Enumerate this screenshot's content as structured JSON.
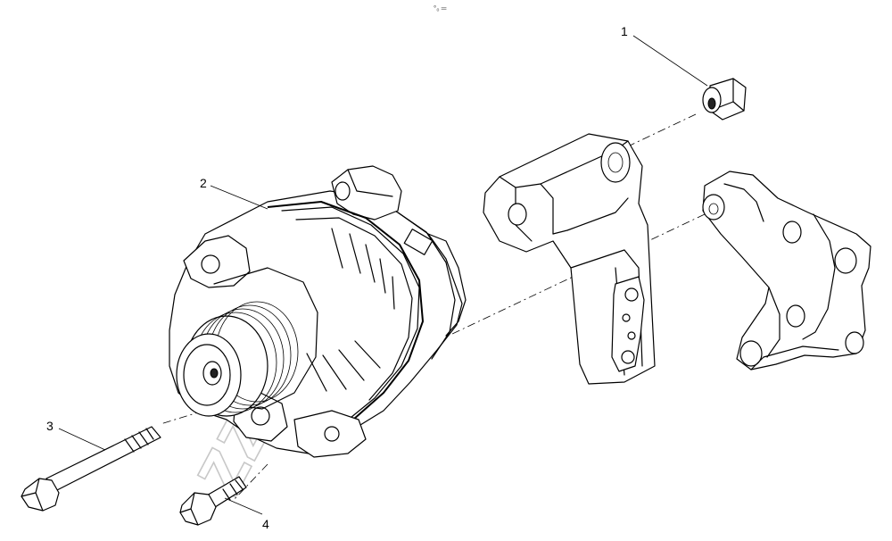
{
  "header_mark": "°₀ ═",
  "watermark": "zzap.ru",
  "callouts": [
    {
      "id": "1",
      "label": "1",
      "part": "bushing"
    },
    {
      "id": "2",
      "label": "2",
      "part": "alternator"
    },
    {
      "id": "3",
      "label": "3",
      "part": "long-bolt"
    },
    {
      "id": "4",
      "label": "4",
      "part": "short-bolt"
    }
  ],
  "colors": {
    "line": "#000000",
    "watermark": "#c8c8c8",
    "background": "#ffffff"
  }
}
